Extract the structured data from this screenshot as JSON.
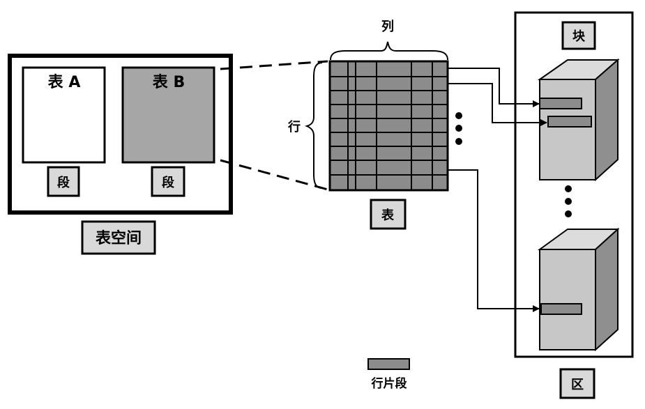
{
  "diagram": {
    "tablespace": {
      "label": "表空间",
      "tables": [
        {
          "label": "表 A",
          "segment_label": "段",
          "fill": "#ffffff"
        },
        {
          "label": "表 B",
          "segment_label": "段",
          "fill": "#a6a6a6"
        }
      ]
    },
    "table": {
      "label": "表",
      "column_label": "列",
      "row_label": "行",
      "grid_fill": "#8c8c8c"
    },
    "block": {
      "label": "块"
    },
    "extent": {
      "label": "区"
    },
    "legend": {
      "row_piece_label": "行片段",
      "row_piece_fill": "#8c8c8c"
    },
    "colors": {
      "stroke": "#000000",
      "block_front": "#c7c7c7",
      "block_top": "#dcdcdc",
      "block_side": "#8f8f8f",
      "tag_fill": "#d9d9d9"
    }
  }
}
